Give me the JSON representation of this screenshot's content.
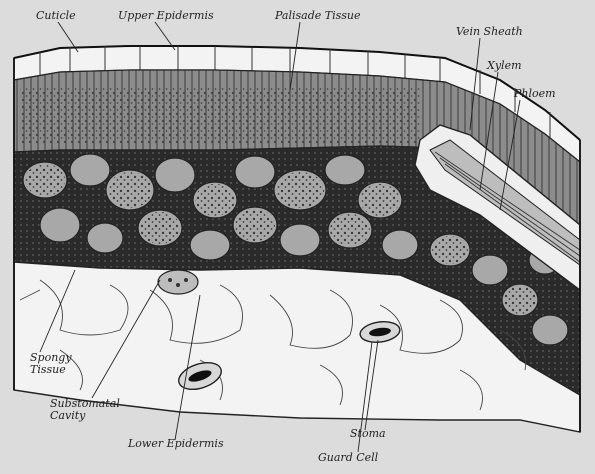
{
  "labels": {
    "cuticle": "Cuticle",
    "upper_epidermis": "Upper Epidermis",
    "palisade_tissue": "Palisade Tissue",
    "vein_sheath": "Vein Sheath",
    "xylem": "Xylem",
    "phloem": "Phloem",
    "spongy_tissue": [
      "Spongy",
      "Tissue"
    ],
    "substomatal_cavity": [
      "Substomatal",
      "Cavity"
    ],
    "lower_epidermis": "Lower Epidermis",
    "stoma": "Stoma",
    "guard_cell": "Guard Cell"
  },
  "colors": {
    "background": "#dcdcdc",
    "ink": "#222222",
    "palisade": "#6e6e6e",
    "spongy": "#8a8a8a",
    "cavity": "#1e1e1e",
    "epidermis": "#f2f2f2"
  }
}
